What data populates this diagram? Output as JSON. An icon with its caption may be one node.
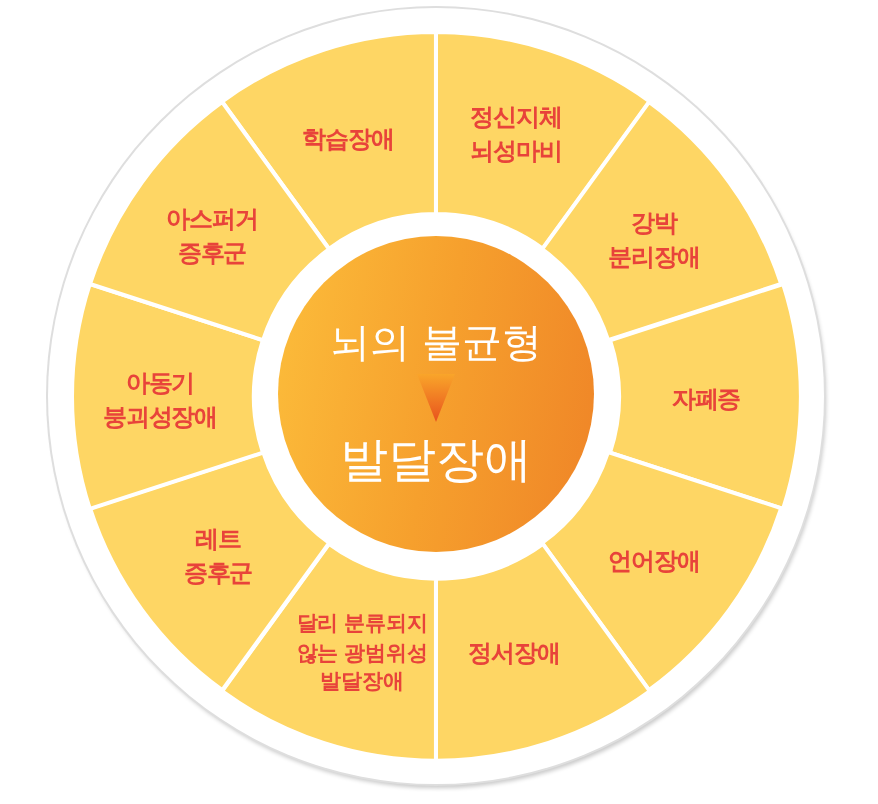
{
  "diagram": {
    "nodes": [
      {
        "text": [],
        "shape": "circle"
      },
      {
        "text": [
          "뇌의 불균형"
        ],
        "in": 0
      },
      {
        "text": [
          "발달장애"
        ],
        "in": 0
      },
      {
        "text": [
          "학습장애"
        ]
      },
      {
        "text": [
          "정신지체 뇌성마비"
        ]
      },
      {
        "text": [
          "강박 분리장애"
        ]
      },
      {
        "text": [
          "자폐증"
        ]
      },
      {
        "text": [
          "언어장애"
        ]
      },
      {
        "text": [
          "정서장애"
        ]
      },
      {
        "text": [
          "달리 분류되지 않는 광범위성 발달장애"
        ]
      },
      {
        "text": [
          "레트 증후군"
        ]
      },
      {
        "text": [
          "아동기 붕괴성장애"
        ]
      },
      {
        "text": [
          "아스퍼거 증후군"
        ]
      }
    ],
    "edges": [
      {
        "from": 1,
        "to": 2,
        "arrow": "to"
      }
    ]
  }
}
